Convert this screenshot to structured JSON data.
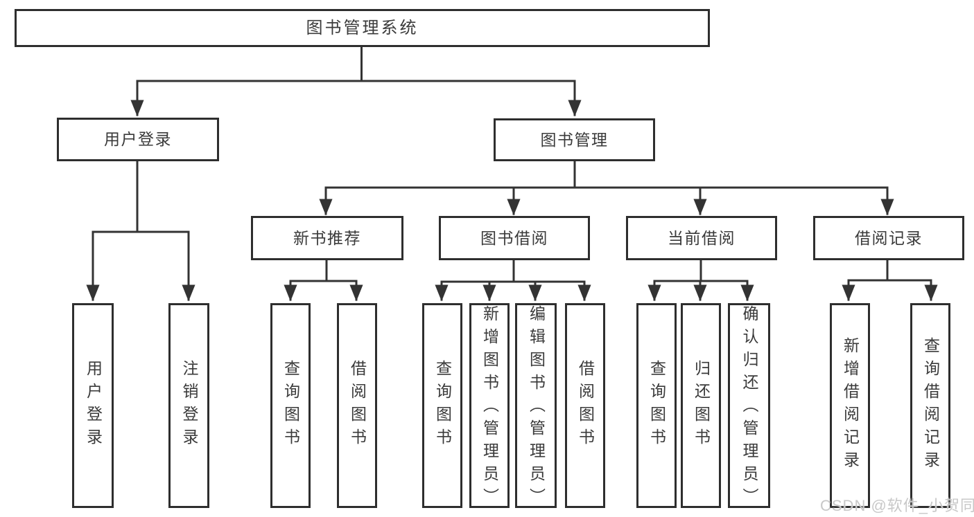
{
  "tree": {
    "root": {
      "label": "图书管理系统"
    },
    "level2": [
      {
        "label": "用户登录",
        "children": [
          {
            "label": "用户登录"
          },
          {
            "label": "注销登录"
          }
        ]
      },
      {
        "label": "图书管理",
        "children": [
          {
            "label": "新书推荐",
            "children": [
              {
                "label": "查询图书"
              },
              {
                "label": "借阅图书"
              }
            ]
          },
          {
            "label": "图书借阅",
            "children": [
              {
                "label": "查询图书"
              },
              {
                "label": "新增图书（管理员）"
              },
              {
                "label": "编辑图书（管理员）"
              },
              {
                "label": "借阅图书"
              }
            ]
          },
          {
            "label": "当前借阅",
            "children": [
              {
                "label": "查询图书"
              },
              {
                "label": "归还图书"
              },
              {
                "label": "确认归还（管理员）"
              }
            ]
          },
          {
            "label": "借阅记录",
            "children": [
              {
                "label": "新增借阅记录"
              },
              {
                "label": "查询借阅记录"
              }
            ]
          }
        ]
      }
    ]
  },
  "watermark": {
    "text": "CSDN @软件_小贺同学"
  },
  "colors": {
    "line": "#333333",
    "border": "#2e2e2e",
    "text": "#3a3a3a",
    "watermark": "#c8c8c8",
    "bg": "#ffffff"
  }
}
